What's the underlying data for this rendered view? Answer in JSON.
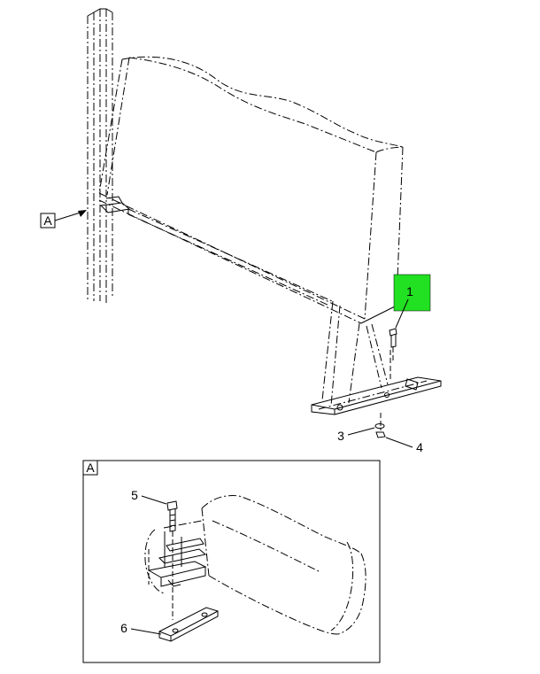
{
  "view_labels": {
    "main_view": "A",
    "detail_view": "A"
  },
  "callouts": [
    {
      "id": "1",
      "label": "1",
      "highlighted": true,
      "highlight_color": "#22e022"
    },
    {
      "id": "3",
      "label": "3"
    },
    {
      "id": "4",
      "label": "4"
    },
    {
      "id": "5",
      "label": "5"
    },
    {
      "id": "6",
      "label": "6"
    }
  ]
}
